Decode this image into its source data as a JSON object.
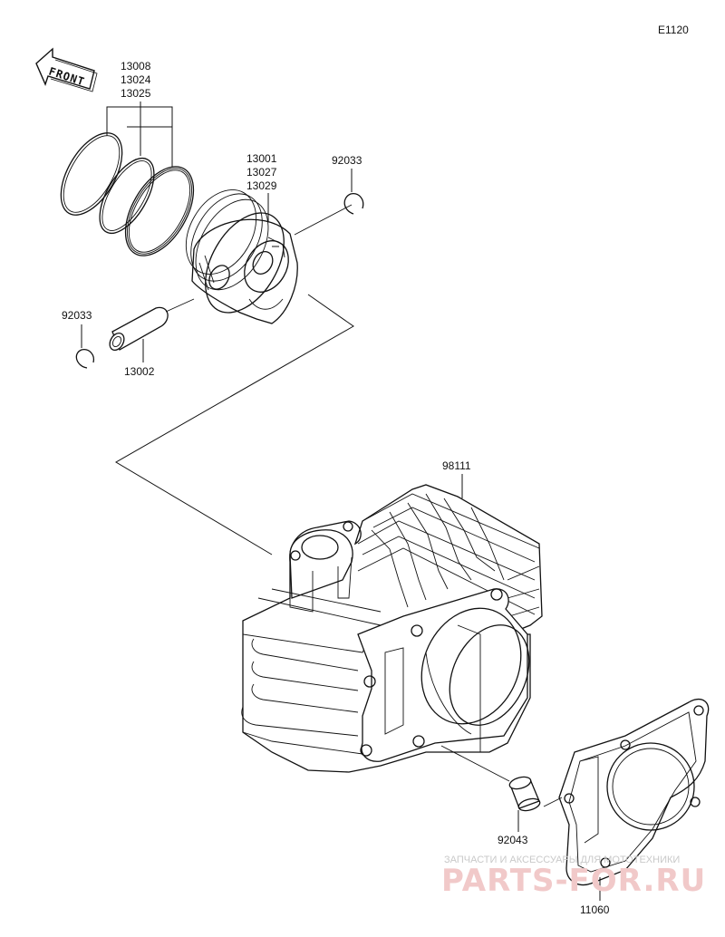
{
  "diagram_code": "E1120",
  "front_label": "FRONT",
  "labels": {
    "rings": [
      "13008",
      "13024",
      "13025"
    ],
    "piston": [
      "13001",
      "13027",
      "13029"
    ],
    "clip_top": "92033",
    "clip_left": "92033",
    "pin": "13002",
    "cylinder": "98111",
    "dowel": "92043",
    "gasket": "11060"
  },
  "watermark": {
    "tagline": "ЗАПЧАСТИ И АКСЕССУАРЫ ДЛЯ МОТОТЕХНИКИ",
    "brand": "PARTS-FOR.RU"
  }
}
